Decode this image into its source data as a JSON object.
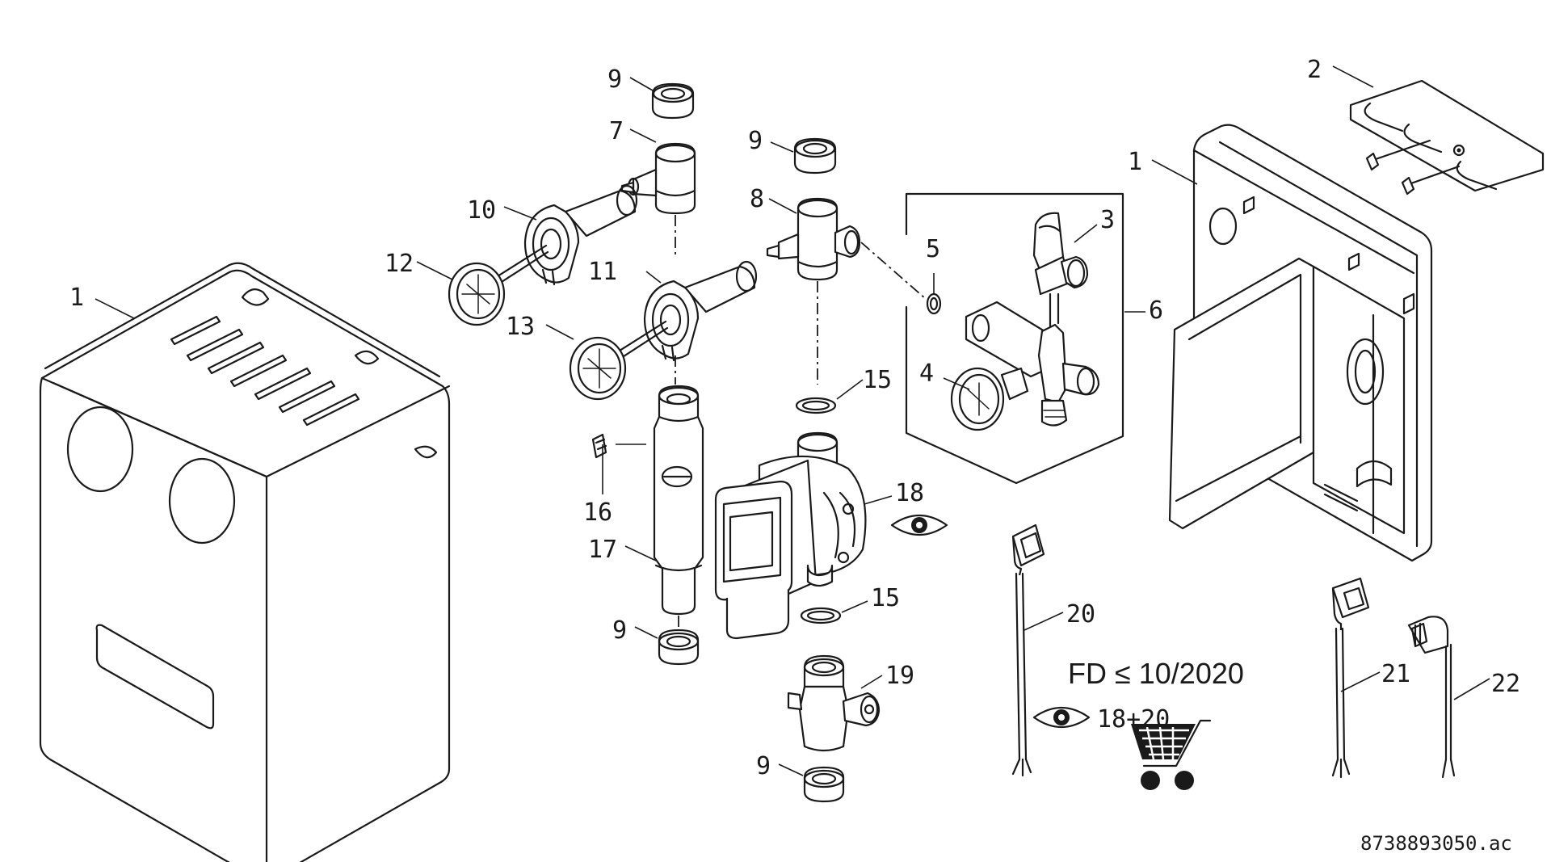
{
  "callouts": {
    "c1a": "1",
    "c1b": "1",
    "c2": "2",
    "c3": "3",
    "c4": "4",
    "c5": "5",
    "c6": "6",
    "c7": "7",
    "c8": "8",
    "c9a": "9",
    "c9b": "9",
    "c9c": "9",
    "c9d": "9",
    "c10": "10",
    "c11": "11",
    "c12": "12",
    "c13": "13",
    "c15a": "15",
    "c15b": "15",
    "c16": "16",
    "c17": "17",
    "c18": "18",
    "c19": "19",
    "c20": "20",
    "c21": "21",
    "c22": "22"
  },
  "notes": {
    "fd_note": "FD ≤ 10/2020",
    "combo_note": "18+20"
  },
  "doc_id": "8738893050.ac",
  "icons": [
    "eye-icon",
    "shopping-cart-icon"
  ],
  "colors": {
    "line": "#1a1a1a",
    "background": "#ffffff"
  }
}
